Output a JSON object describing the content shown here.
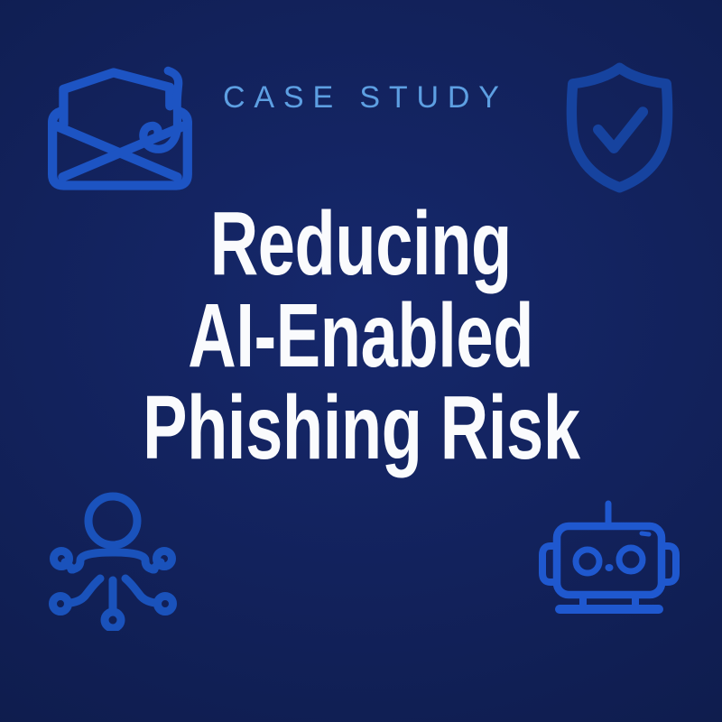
{
  "kicker": {
    "text": "CASE STUDY"
  },
  "title": {
    "lines": [
      "Reducing",
      "AI-Enabled",
      "Phishing Risk"
    ],
    "full": "Reducing AI-Enabled Phishing Risk"
  },
  "icons": {
    "top_left": "phishing-email-hook-icon",
    "top_right": "shield-check-icon",
    "bottom_left": "person-network-icon",
    "bottom_right": "robot-icon"
  },
  "colors": {
    "bg-center": "#16286c",
    "bg-mid": "#112057",
    "bg-edge": "#0c1944",
    "kicker": "#5d9fe2",
    "title": "#fafbfd",
    "envelope": "#1d54c3",
    "shield": "#16439f",
    "person": "#1a52bb",
    "robot": "#1f58cf",
    "robot-pupil": "#1f85b4"
  }
}
